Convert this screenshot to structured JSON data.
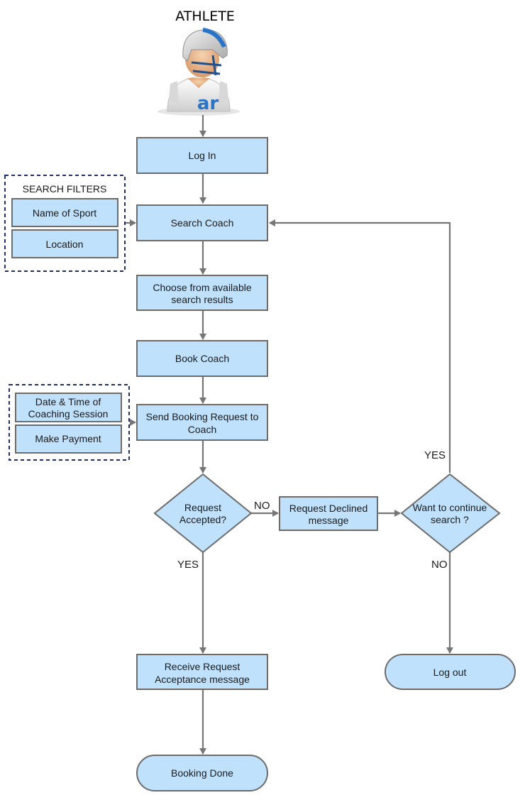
{
  "title": "ATHLETE",
  "avatar_icon": "football-player-icon",
  "avatar_jersey_text": "ar",
  "colors": {
    "box_fill": "#bfe1fb",
    "box_stroke": "#6c6c6c",
    "connector": "#767676",
    "group_border": "#1f2f6e"
  },
  "nodes": {
    "login": [
      "Log In"
    ],
    "search_coach": [
      "Search Coach"
    ],
    "choose_results": [
      "Choose from available",
      "search results"
    ],
    "book_coach": [
      "Book Coach"
    ],
    "send_request": [
      "Send Booking Request to",
      "Coach"
    ],
    "request_accepted": [
      "Request",
      "Accepted?"
    ],
    "request_declined": [
      "Request Declined",
      "message"
    ],
    "continue_search": [
      "Want to continue",
      "search ?"
    ],
    "receive_acceptance": [
      "Receive Request",
      "Acceptance message"
    ],
    "booking_done": [
      "Booking Done"
    ],
    "log_out": [
      "Log out"
    ]
  },
  "groups": {
    "search_filters": {
      "title": "SEARCH FILTERS",
      "items": [
        [
          "Name of Sport"
        ],
        [
          "Location"
        ]
      ]
    },
    "booking_details": {
      "items": [
        [
          "Date & Time of",
          "Coaching Session"
        ],
        [
          "Make Payment"
        ]
      ]
    }
  },
  "edge_labels": {
    "accepted_no": "NO",
    "accepted_yes": "YES",
    "continue_yes": "YES",
    "continue_no": "NO"
  }
}
